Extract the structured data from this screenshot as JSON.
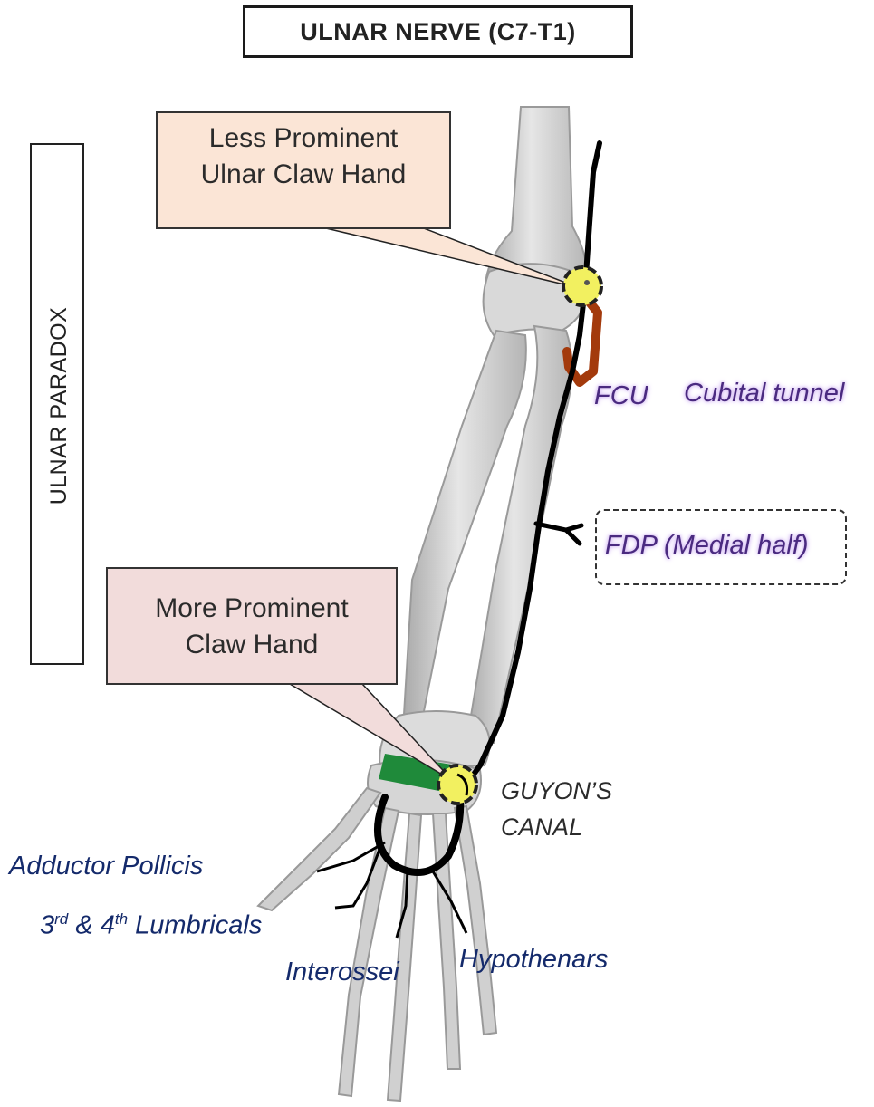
{
  "title": "ULNAR NERVE (C7-T1)",
  "side_label": "ULNAR PARADOX",
  "callouts": {
    "upper": {
      "line1": "Less Prominent",
      "line2": "Ulnar Claw Hand",
      "fill": "#fbe5d6"
    },
    "lower": {
      "line1": "More Prominent",
      "line2": "Claw Hand",
      "fill": "#f2dcdb"
    }
  },
  "labels": {
    "fcu": "FCU",
    "cubital_tunnel": "Cubital tunnel",
    "fdp": "FDP (Medial half)",
    "guyon_line1": "GUYON’S",
    "guyon_line2": "CANAL",
    "adductor_pollicis": "Adductor Pollicis",
    "lumbricals": {
      "n1": "3",
      "s1": "rd",
      "mid": " & 4",
      "s2": "th",
      "tail": " Lumbricals"
    },
    "interossei": "Interossei",
    "hypothenars": "Hypothenars"
  },
  "colors": {
    "nerve": "#000000",
    "fcu_branch": "#a33a0c",
    "compression_site": "#f2f060",
    "flexor_retinaculum": "#1f8a3a",
    "bone": "#d4d4d4",
    "label_navy": "#142a6b",
    "label_purple": "#4a2a80"
  }
}
